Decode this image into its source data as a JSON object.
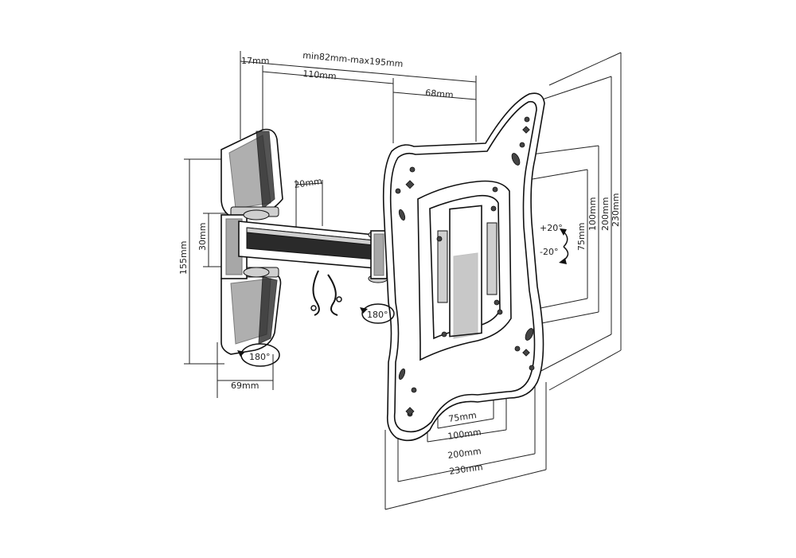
{
  "dimensions": {
    "range": "min82mm-max195mm",
    "d17": "17mm",
    "d110": "110mm",
    "d68": "68mm",
    "d20": "20mm",
    "d30": "30mm",
    "d155": "155mm",
    "d69": "69mm",
    "v75": "75mm",
    "v100": "100mm",
    "v200": "200mm",
    "v230": "230mm",
    "h75": "75mm",
    "h100": "100mm",
    "h200": "200mm",
    "h230": "230mm"
  },
  "rotation": {
    "wall_swivel": "180°",
    "arm_swivel": "180°",
    "tilt_up": "+20°",
    "tilt_down": "-20°"
  }
}
